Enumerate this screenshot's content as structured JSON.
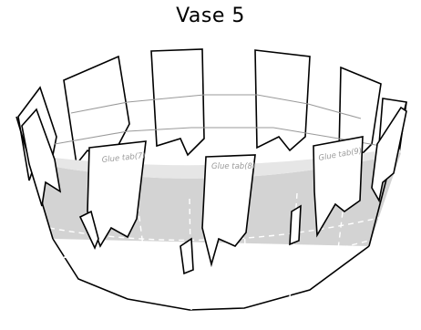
{
  "title": "Vase 5",
  "labels": {
    "glue_tab_7": "Glue tab(7)",
    "glue_tab_8": "Glue tab(8)",
    "glue_tab_9": "Glue tab(9)"
  },
  "colors": {
    "body_fill": "#d3d3d3",
    "inner_fill": "#e6e6e6",
    "outline": "#000000",
    "fold_line": "#9a9a9a"
  }
}
